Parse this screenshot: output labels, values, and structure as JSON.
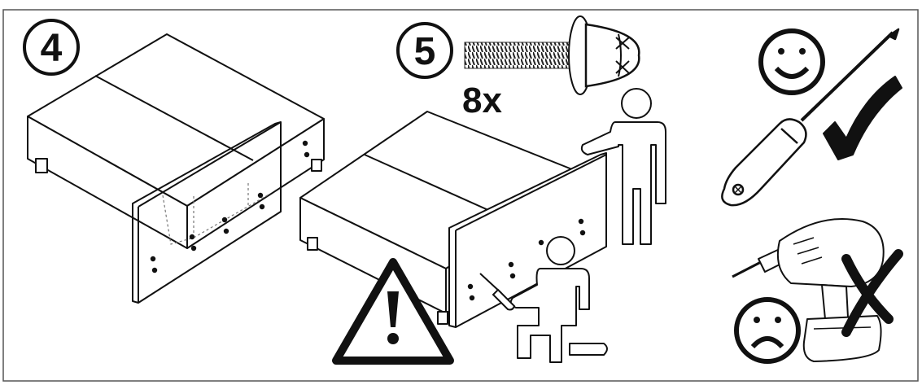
{
  "steps": [
    {
      "number": "4"
    },
    {
      "number": "5",
      "quantity": "8x"
    }
  ],
  "parts": {
    "screw": "screw-icon",
    "screwdriver": "screwdriver-icon",
    "drill": "power-drill-icon"
  },
  "signals": {
    "approved": [
      "smiley-happy-icon",
      "check-mark-icon"
    ],
    "rejected": [
      "smiley-sad-icon",
      "cross-mark-icon"
    ],
    "warning": "warning-triangle-icon"
  },
  "colors": {
    "ink": "#1a1a1a",
    "paper": "#ffffff",
    "board": "#ffffff"
  }
}
